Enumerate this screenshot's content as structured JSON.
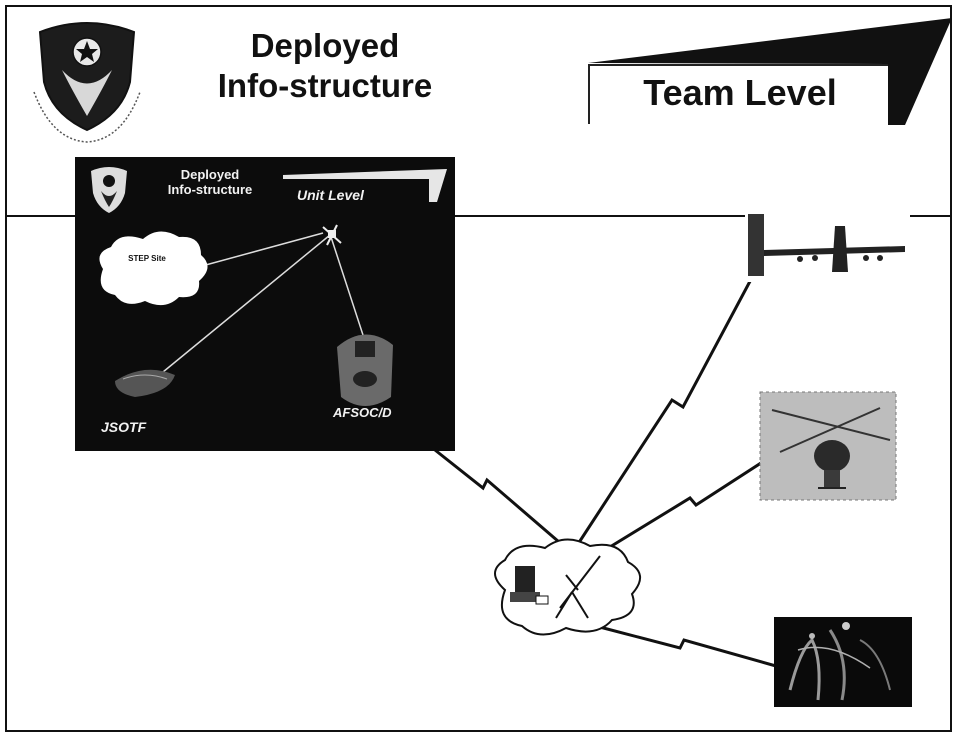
{
  "slide": {
    "title_line1": "Deployed",
    "title_line2": "Info-structure",
    "level_label": "Team Level"
  },
  "inset": {
    "title_line1": "Deployed",
    "title_line2": "Info-structure",
    "level_label": "Unit Level",
    "cloud_label": "STEP Site",
    "node_left_label": "JSOTF",
    "node_right_label": "AFSOC/D"
  },
  "colors": {
    "border": "#111111",
    "inset_background": "#0c0c0c",
    "link_line": "#111111",
    "inset_text": "#f2f2f2"
  },
  "icons": [
    "emblem-icon",
    "satellite-icon",
    "cloud-icon",
    "aircraft-icon",
    "helicopter-icon",
    "terminal-icon",
    "antenna-icon",
    "team-photo-icon"
  ]
}
